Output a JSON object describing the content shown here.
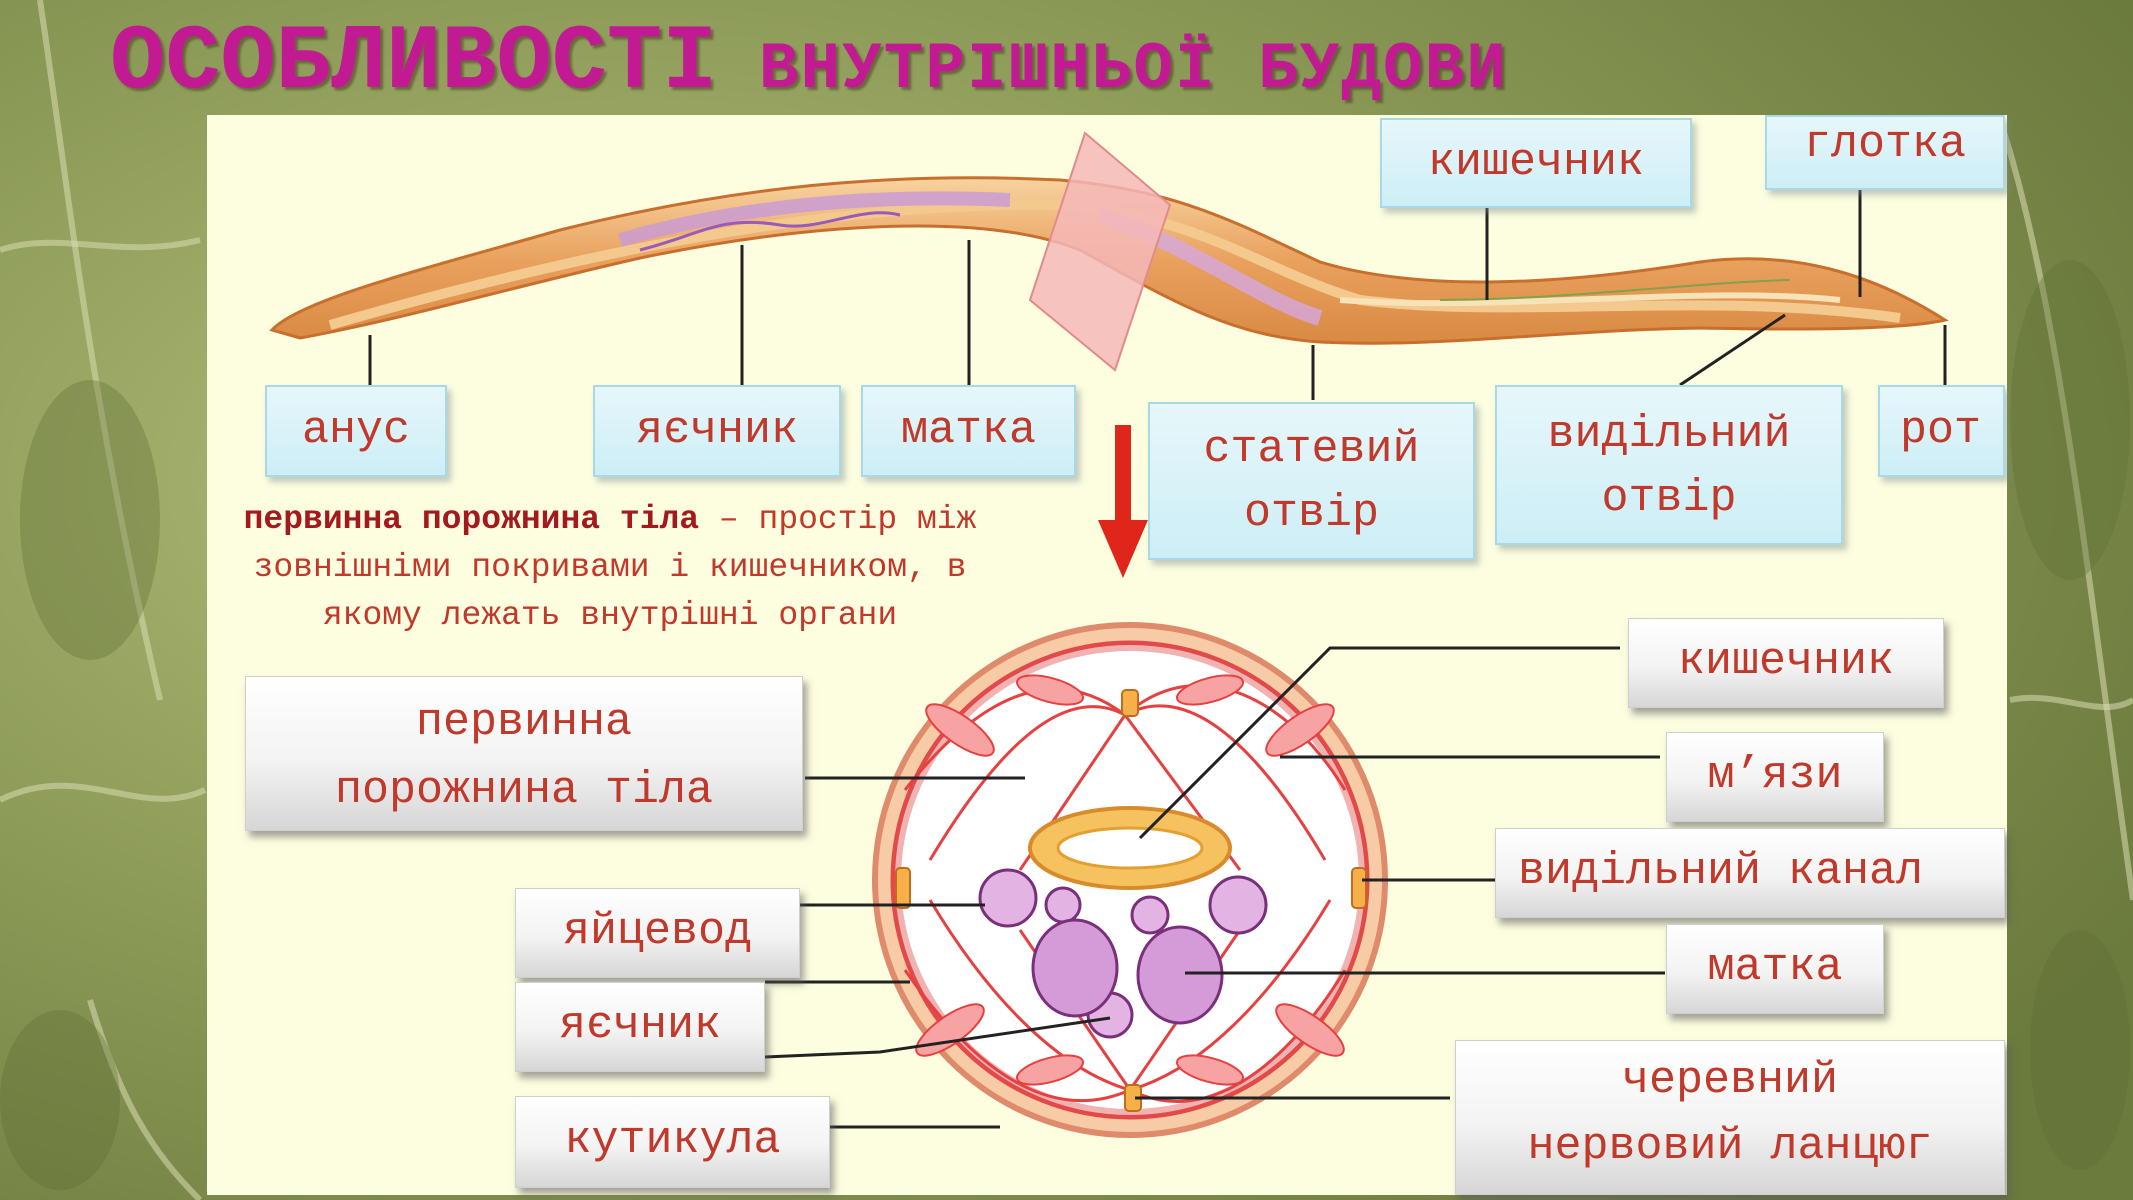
{
  "title": {
    "part1": "ОСОБЛИВОСТІ",
    "part2": "внутрішньої будови"
  },
  "labels": {
    "kyshechnyk_top": "кишечник",
    "hlotka": "глотка",
    "anus": "анус",
    "yaechnyk_top": "яєчник",
    "matka_top": "матка",
    "statevyi_otvir_1": "статевий",
    "statevyi_otvir_2": "отвір",
    "vydilnyi_otvir_1": "видільний",
    "vydilnyi_otvir_2": "отвір",
    "rot": "рот",
    "kyshechnyk_cs": "кишечник",
    "myazy": "м’язи",
    "vydilnyi_kanal": "видільний канал",
    "matka_cs": "матка",
    "cherevnyi_1": "черевний",
    "cherevnyi_2": "нервовий ланцюг",
    "pervynna_1": "первинна",
    "pervynna_2": "порожнина тіла",
    "yaitsevod": "яйцевод",
    "yaechnyk_cs": "яєчник",
    "kutykula": "кутикула"
  },
  "definition": {
    "term": "первинна порожнина тіла",
    "text": " – простір між зовнішніми покривами і кишечником, в якому лежать внутрішні органи"
  },
  "colors": {
    "title": "#c21a93",
    "label_text": "#c0392b",
    "panel": "#fdfde0",
    "arrow": "#e0261b",
    "worm": "#e9a15e"
  }
}
